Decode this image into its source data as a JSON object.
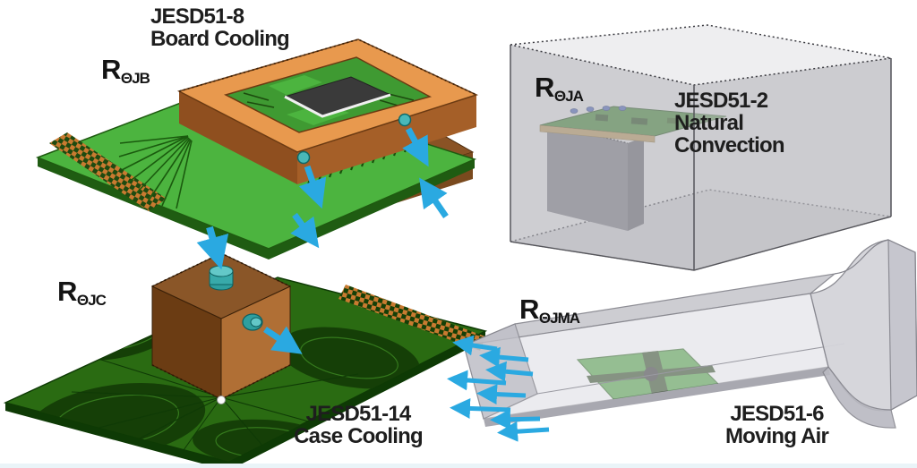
{
  "figures": {
    "board_cooling": {
      "title_line1": "JESD51-8",
      "title_line2": "Board Cooling",
      "r_base": "R",
      "r_sub": "ΘJB"
    },
    "natural_convection": {
      "title_line1": "JESD51-2",
      "title_line2": "Natural",
      "title_line3": "Convection",
      "r_base": "R",
      "r_sub": "ΘJA"
    },
    "case_cooling": {
      "title_line1": "JESD51-14",
      "title_line2": "Case Cooling",
      "r_base": "R",
      "r_sub": "ΘJC"
    },
    "moving_air": {
      "title_line1": "JESD51-6",
      "title_line2": "Moving Air",
      "r_base": "R",
      "r_sub": "ΘJMA"
    }
  },
  "colors": {
    "pcb_bright_green": "#4cb43f",
    "pcb_dark_green": "#2a6b12",
    "copper_ring_top": "#e8994e",
    "copper_dark": "#7a4a1e",
    "copper_cube_right": "#b06f35",
    "heat_arrow_blue": "#2aa9e1",
    "screw_teal": "#2f9f9f",
    "enclosure_gray": "#b4b4ba",
    "tunnel_gray": "#d6d6dc",
    "chip_dark": "#3a3a3a",
    "text_dark": "#1e1e1e"
  }
}
